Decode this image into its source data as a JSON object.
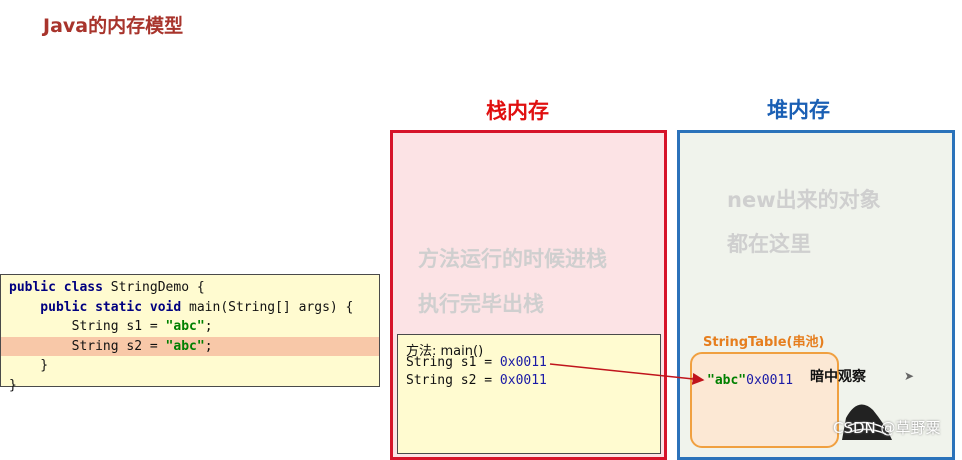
{
  "title": "Java的内存模型",
  "code_lines": [
    {
      "k": "public class",
      "r": " StringDemo {"
    },
    {
      "k": "    public static void",
      "r": " main(String[] args) {"
    },
    {
      "r": "        String s1 = ",
      "s": "\"abc\"",
      "e": ";"
    },
    {
      "r": "        String s2 = ",
      "s": "\"abc\"",
      "e": ";"
    },
    {
      "r": "    }"
    },
    {
      "r": "}"
    }
  ],
  "highlighted_line": 3,
  "stack": {
    "title": "栈内存",
    "desc_line1": "方法运行的时候进栈",
    "desc_line2": "执行完毕出栈",
    "frame": {
      "method": "方法: main()",
      "s1_label": "String s1 = ",
      "s1_addr": "0x0011",
      "s2_label": "String s2 = ",
      "s2_addr": "0x0011"
    }
  },
  "heap": {
    "title": "堆内存",
    "desc_line1": "new出来的对象",
    "desc_line2": "都在这里",
    "string_table": {
      "label": "StringTable(串池)",
      "value": "\"abc\"",
      "addr": "0x0011"
    }
  },
  "annotation": "暗中观察",
  "watermark": "CSDN @草野粟",
  "colors": {
    "stack": "#d6142a",
    "heap": "#2b72ba",
    "string_table": "#f0a040",
    "arrow": "#c0141c"
  }
}
